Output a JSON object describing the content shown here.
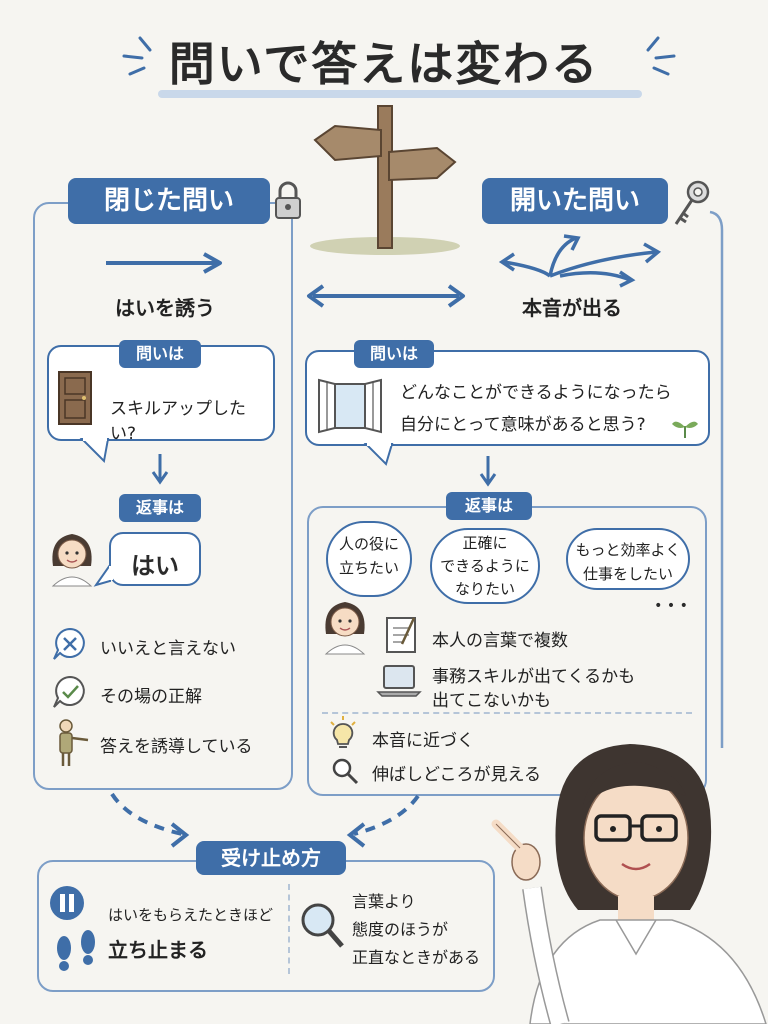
{
  "title": "問いで答えは変わる",
  "closed": {
    "header": "閉じた問い",
    "effect": "はいを誘う",
    "question_label": "問いは",
    "question": "スキルアップしたい?",
    "answer_label": "返事は",
    "answer": "はい",
    "points": [
      "いいえと言えない",
      "その場の正解",
      "答えを誘導している"
    ]
  },
  "open": {
    "header": "開いた問い",
    "effect": "本音が出る",
    "question_label": "問いは",
    "question_line1": "どんなことができるようになったら",
    "question_line2": "自分にとって意味があると思う?",
    "answer_label": "返事は",
    "answers": [
      {
        "l1": "人の役に",
        "l2": "立ちたい",
        "l3": ""
      },
      {
        "l1": "正確に",
        "l2": "できるように",
        "l3": "なりたい"
      },
      {
        "l1": "もっと効率よく",
        "l2": "仕事をしたい",
        "l3": ""
      }
    ],
    "ellipsis": "• • •",
    "note1": "本人の言葉で複数",
    "note2_line1": "事務スキルが出てくるかも",
    "note2_line2": "出てこないかも",
    "point1": "本音に近づく",
    "point2": "伸ばしどころが見える"
  },
  "receive": {
    "header": "受け止め方",
    "left_line1": "はいをもらえたときほど",
    "left_line2": "立ち止まる",
    "right_line1": "言葉より",
    "right_line2": "態度のほうが",
    "right_line3": "正直なときがある"
  },
  "colors": {
    "accent": "#3f6ea8",
    "panel_border": "#7d9ec7",
    "background": "#f6f5f1"
  }
}
